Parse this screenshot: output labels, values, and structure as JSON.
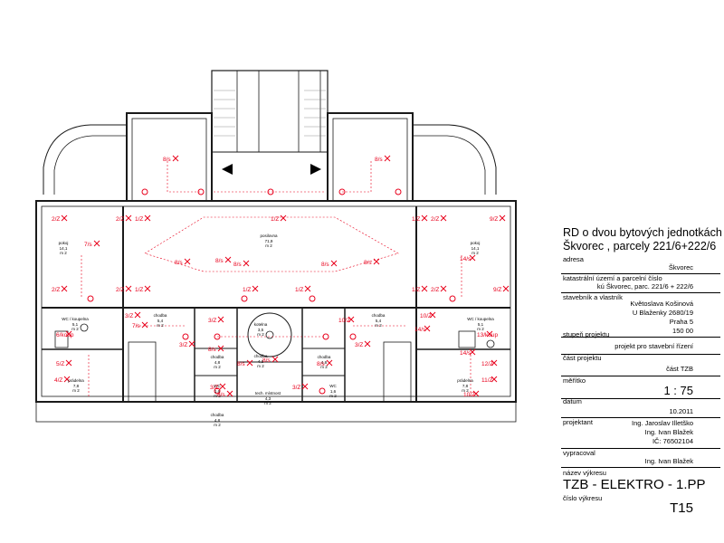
{
  "plan": {
    "rooms": [
      {
        "name": "pokoj",
        "area": "14,1",
        "unit": "m 2"
      },
      {
        "name": "pokoj",
        "area": "14,1",
        "unit": "m 2"
      },
      {
        "name": "posilovna",
        "area": "71,9",
        "unit": "m 2"
      },
      {
        "name": "WC / koupelna",
        "area": "5,1",
        "unit": "m 2"
      },
      {
        "name": "WC / koupelna",
        "area": "5,1",
        "unit": "m 2"
      },
      {
        "name": "chodba",
        "area": "5,4",
        "unit": "m 2"
      },
      {
        "name": "chodba",
        "area": "5,4",
        "unit": "m 2"
      },
      {
        "name": "chodba",
        "area": "4,8",
        "unit": "m 2"
      },
      {
        "name": "chodba",
        "area": "4,3",
        "unit": "m 2"
      },
      {
        "name": "chodba",
        "area": "4,8",
        "unit": "m 2"
      },
      {
        "name": "chodba",
        "area": "4,8",
        "unit": "m 2"
      },
      {
        "name": "kotelna",
        "area": "3,5",
        "unit": "m 2"
      },
      {
        "name": "WC",
        "area": "1,6",
        "unit": "m 2"
      },
      {
        "name": "WC",
        "area": "1,6",
        "unit": "m 2"
      },
      {
        "name": "prádelna",
        "area": "7,8",
        "unit": "m 2"
      },
      {
        "name": "prádelna",
        "area": "7,8",
        "unit": "m 2"
      },
      {
        "name": "tech. místnost",
        "area": "4,3",
        "unit": "m 2"
      }
    ],
    "circuit_labels": [
      "8/s",
      "8/s",
      "8/s",
      "8/s",
      "8/s",
      "8/s",
      "8/s",
      "8/s",
      "8/s",
      "8/s",
      "8/s",
      "8/s",
      "7/s",
      "7/s",
      "14/s",
      "14/s",
      "14/s",
      "2/Z",
      "2/Z",
      "1/Z",
      "1/Z",
      "1/Z",
      "2/Z",
      "9/Z",
      "2/Z",
      "2/Z",
      "1/Z",
      "1/Z",
      "1/Z",
      "1/Z",
      "2/Z",
      "9/Z",
      "3/Z",
      "3/Z",
      "10/Z",
      "10/Z",
      "3/Z",
      "3/Z",
      "5/Z",
      "4/Z",
      "12/Z",
      "11/Z",
      "10/Z",
      "13/koup",
      "6/koup",
      "3/Z",
      "3/Z"
    ]
  },
  "titleblock": {
    "project_title_line1": "RD o dvou bytových jednotkách",
    "project_title_line2": "Škvorec , parcely  221/6+222/6",
    "adresa_label": "adresa",
    "adresa_value": "Škvorec",
    "katastr_label": "katastrální území a parcelní číslo",
    "katastr_value": "kú Škvorec, parc. 221/6 + 222/6",
    "stavebnik_label": "stavebník a vlastník",
    "stavebnik_lines": [
      "Květoslava Košinová",
      "U Blaženky 2680/19",
      "Praha 5",
      "150 00"
    ],
    "stupen_label": "stupeň projektu",
    "stupen_value": "projekt pro stavební řízení",
    "cast_label": "část projektu",
    "cast_value": "část TZB",
    "meritko_label": "měřítko",
    "meritko_value": "1 : 75",
    "datum_label": "datum",
    "datum_value": "10.2011",
    "projektant_label": "projektant",
    "projektant_lines": [
      "Ing. Jaroslav Illetško",
      "Ing. Ivan Blažek",
      "IČ: 76502104"
    ],
    "vypracoval_label": "vypracoval",
    "vypracoval_value": "Ing. Ivan Blažek",
    "nazev_label": "název výkresu",
    "nazev_value": "TZB - ELEKTRO - 1.PP",
    "cislo_label": "číslo výkresu",
    "cislo_value": "T15"
  },
  "colors": {
    "circuit": "#e8001c",
    "wall": "#1a1a1a",
    "hatch": "#777777"
  }
}
